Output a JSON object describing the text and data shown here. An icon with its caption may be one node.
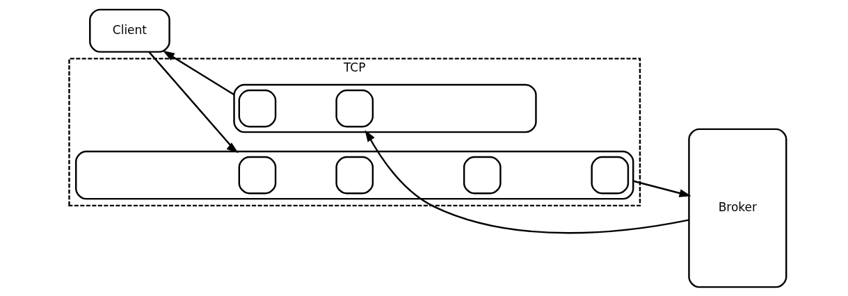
{
  "diagram": {
    "nodes": [
      {
        "text": [
          "Client"
        ]
      },
      {
        "text": [
          "TCP"
        ]
      },
      {
        "text": [],
        "shape": "box",
        "in": 1
      },
      {
        "text": [],
        "shape": "box",
        "in": 2
      },
      {
        "text": [],
        "shape": "box",
        "in": 2
      },
      {
        "text": [],
        "shape": "box",
        "in": 2
      },
      {
        "text": [],
        "shape": "box",
        "in": 2
      },
      {
        "text": [],
        "shape": "box",
        "in": 1
      },
      {
        "text": [],
        "shape": "box",
        "in": 7
      },
      {
        "text": [],
        "shape": "box",
        "in": 7
      },
      {
        "text": [
          "Broker"
        ]
      }
    ],
    "edges": [
      {
        "from": 0,
        "to": 2,
        "arrow": "to"
      },
      {
        "from": 2,
        "to": 10,
        "arrow": "to"
      },
      {
        "from": 10,
        "to": 7,
        "arrow": "to"
      },
      {
        "from": 7,
        "to": 0,
        "arrow": "to"
      }
    ]
  }
}
